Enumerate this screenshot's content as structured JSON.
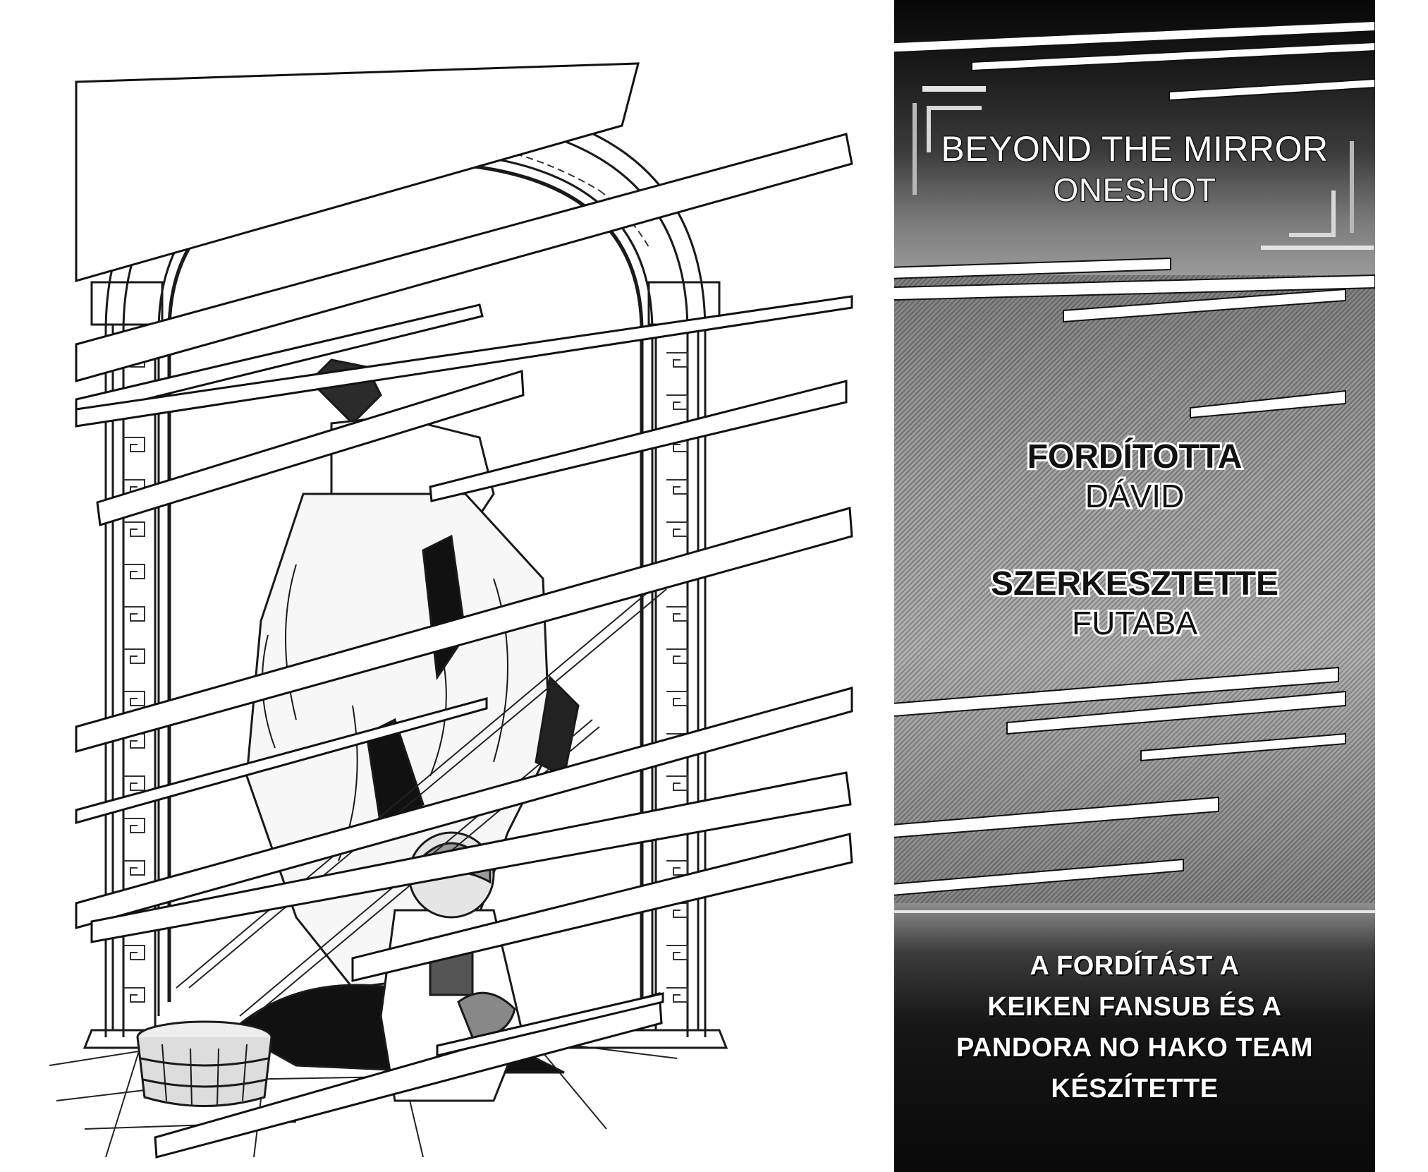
{
  "header": {
    "title_line1": "BEYOND THE MIRROR",
    "title_line2": "ONESHOT"
  },
  "credits": {
    "translator_role": "FORDÍTOTTA",
    "translator_name": "DÁVID",
    "editor_role": "SZERKESZTETTE",
    "editor_name": "FUTABA"
  },
  "footer": {
    "lines": [
      "A FORDÍTÁST A",
      "KEIKEN FANSUB ÉS A",
      "PANDORA NO HAKO TEAM",
      "KÉSZÍTETTE"
    ]
  },
  "colors": {
    "panel_dark": "#0a0a0a",
    "panel_mid": "#9b9b9b",
    "ink": "#111111",
    "paper": "#ffffff"
  }
}
